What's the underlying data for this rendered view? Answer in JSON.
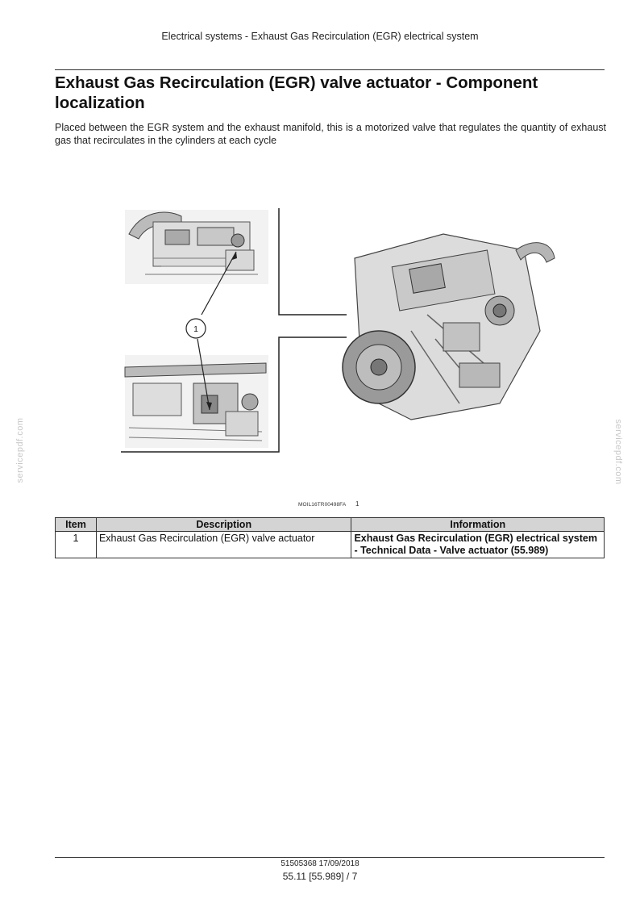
{
  "header": {
    "section_title": "Electrical systems - Exhaust Gas Recirculation (EGR) electrical system"
  },
  "page": {
    "title": "Exhaust Gas Recirculation (EGR) valve actuator - Component localization",
    "intro": "Placed between the EGR system and the exhaust manifold, this is a motorized valve that regulates the quantity of exhaust gas that recirculates in the cylinders at each cycle"
  },
  "figure": {
    "callout_label": "1",
    "image_code": "MOIL16TR00498FA",
    "figure_number": "1"
  },
  "table": {
    "headers": [
      "Item",
      "Description",
      "Information"
    ],
    "rows": [
      {
        "item": "1",
        "description": "Exhaust Gas Recirculation (EGR) valve actuator",
        "information": "Exhaust Gas Recirculation (EGR) electrical system - Technical Data - Valve actuator (55.989)"
      }
    ]
  },
  "footer": {
    "doc_ref": "51505368 17/09/2018",
    "page_ref": "55.11 [55.989] / 7"
  },
  "watermark": {
    "left": "servicepdf.com",
    "right": "servicepdf.com"
  }
}
